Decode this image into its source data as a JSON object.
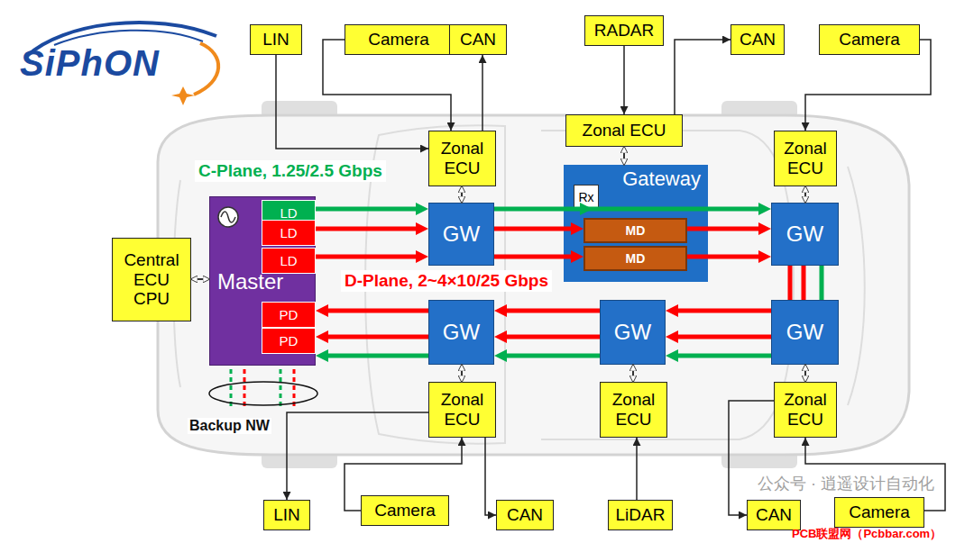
{
  "diagram": {
    "nodes": [
      {
        "text": [
          "LIN"
        ]
      },
      {
        "text": [
          "Camera"
        ]
      },
      {
        "text": [
          "CAN"
        ]
      },
      {
        "text": [
          "RADAR"
        ]
      },
      {
        "text": [
          "CAN"
        ]
      },
      {
        "text": [
          "Camera"
        ]
      },
      {
        "text": [
          "Zonal ECU"
        ]
      },
      {
        "text": [
          "Zonal ECU"
        ]
      },
      {
        "text": [
          "Zonal ECU"
        ]
      },
      {
        "text": [
          "Master"
        ]
      },
      {
        "text": [
          "LD"
        ],
        "in": 9
      },
      {
        "text": [
          "LD"
        ],
        "in": 9
      },
      {
        "text": [
          "LD"
        ],
        "in": 9
      },
      {
        "text": [
          "PD"
        ],
        "in": 9
      },
      {
        "text": [
          "PD"
        ],
        "in": 9
      },
      {
        "text": [
          "Central ECU CPU"
        ]
      },
      {
        "text": [
          "GW"
        ]
      },
      {
        "text": [
          "Gateway"
        ]
      },
      {
        "text": [
          "Rx"
        ],
        "in": 17
      },
      {
        "text": [
          "MD"
        ],
        "in": 17
      },
      {
        "text": [
          "MD"
        ],
        "in": 17
      },
      {
        "text": [
          "GW"
        ]
      },
      {
        "text": [
          "GW"
        ]
      },
      {
        "text": [
          "GW"
        ]
      },
      {
        "text": [
          "GW"
        ]
      },
      {
        "text": [
          "Zonal ECU"
        ]
      },
      {
        "text": [
          "Zonal ECU"
        ]
      },
      {
        "text": [
          "Zonal ECU"
        ]
      },
      {
        "text": [
          "LIN"
        ]
      },
      {
        "text": [
          "Camera"
        ]
      },
      {
        "text": [
          "CAN"
        ]
      },
      {
        "text": [
          "LiDAR"
        ]
      },
      {
        "text": [
          "CAN"
        ]
      },
      {
        "text": [
          "Camera"
        ]
      }
    ],
    "edges": [
      {
        "from": 0,
        "to": 6,
        "arrow": "to"
      },
      {
        "from": 1,
        "to": 6,
        "arrow": "to"
      },
      {
        "from": 6,
        "to": 2,
        "arrow": "to"
      },
      {
        "from": 3,
        "to": 7,
        "arrow": "to"
      },
      {
        "from": 7,
        "to": 4,
        "arrow": "to"
      },
      {
        "from": 5,
        "to": 8,
        "arrow": "to"
      },
      {
        "from": 6,
        "to": 16,
        "arrow": "both"
      },
      {
        "from": 7,
        "to": 17,
        "arrow": "both"
      },
      {
        "from": 8,
        "to": 21,
        "arrow": "both"
      },
      {
        "from": 15,
        "to": 9,
        "arrow": "both"
      },
      {
        "from": 10,
        "to": 16,
        "arrow": "to"
      },
      {
        "from": 11,
        "to": 16,
        "arrow": "to"
      },
      {
        "from": 12,
        "to": 16,
        "arrow": "to"
      },
      {
        "from": 16,
        "to": 18,
        "arrow": "to"
      },
      {
        "from": 16,
        "to": 19,
        "arrow": "to"
      },
      {
        "from": 16,
        "to": 20,
        "arrow": "to"
      },
      {
        "from": 18,
        "to": 21,
        "arrow": "to"
      },
      {
        "from": 19,
        "to": 21,
        "arrow": "to"
      },
      {
        "from": 20,
        "to": 21,
        "arrow": "to"
      },
      {
        "from": 21,
        "to": 24,
        "arrow": "none"
      },
      {
        "from": 21,
        "to": 24,
        "arrow": "none"
      },
      {
        "from": 21,
        "to": 24,
        "arrow": "none"
      },
      {
        "from": 24,
        "to": 23,
        "arrow": "to"
      },
      {
        "from": 24,
        "to": 23,
        "arrow": "to"
      },
      {
        "from": 24,
        "to": 23,
        "arrow": "to"
      },
      {
        "from": 23,
        "to": 22,
        "arrow": "to"
      },
      {
        "from": 23,
        "to": 22,
        "arrow": "to"
      },
      {
        "from": 23,
        "to": 22,
        "arrow": "to"
      },
      {
        "from": 22,
        "to": 13,
        "arrow": "to"
      },
      {
        "from": 22,
        "to": 14,
        "arrow": "to"
      },
      {
        "from": 22,
        "to": 9,
        "arrow": "to"
      },
      {
        "from": 22,
        "to": 25,
        "arrow": "both"
      },
      {
        "from": 23,
        "to": 26,
        "arrow": "both"
      },
      {
        "from": 24,
        "to": 27,
        "arrow": "both"
      },
      {
        "from": 25,
        "to": 28,
        "arrow": "to"
      },
      {
        "from": 29,
        "to": 25,
        "arrow": "to"
      },
      {
        "from": 25,
        "to": 30,
        "arrow": "to"
      },
      {
        "from": 31,
        "to": 26,
        "arrow": "to"
      },
      {
        "from": 27,
        "to": 32,
        "arrow": "to"
      },
      {
        "from": 33,
        "to": 27,
        "arrow": "to"
      }
    ],
    "labels": [
      "SiPhON",
      "C-Plane, 1.25/2.5 Gbps",
      "D-Plane, 2~4×10/25 Gbps",
      "Backup NW",
      "公众号 · 逍遥设计自动化",
      "PCB联盟网（Pcbbar.com）"
    ]
  }
}
